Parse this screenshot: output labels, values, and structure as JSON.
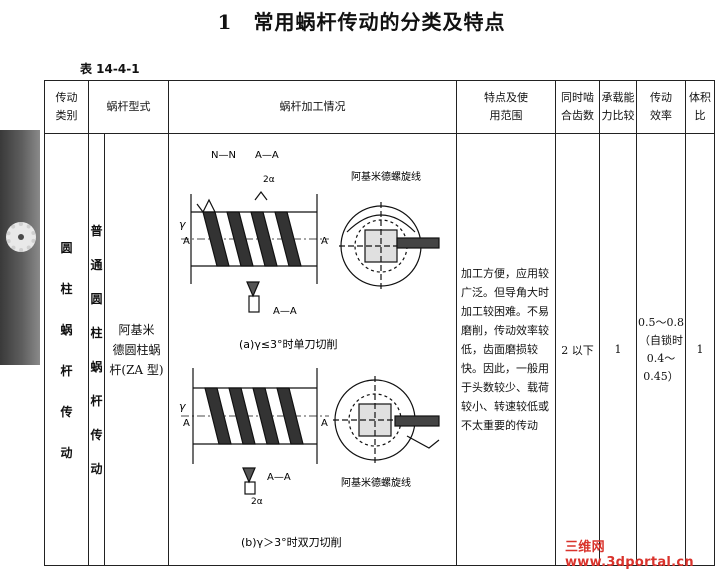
{
  "page": {
    "title": "1　常用蜗杆传动的分类及特点",
    "table_no": "表 14-4-1"
  },
  "table": {
    "headers": {
      "category": "传动\n类别",
      "worm_type": "蜗杆型式",
      "machining": "蜗杆加工情况",
      "features": "特点及使\n用范围",
      "teeth": "同时啮\n合齿数",
      "load": "承载能\n力比较",
      "efficiency": "传动\n效率",
      "volume": "体积\n比"
    },
    "row": {
      "category_chars": [
        "圆",
        "柱",
        "蜗",
        "杆",
        "传",
        "动"
      ],
      "subtype_chars": [
        "普",
        "通",
        "圆",
        "柱",
        "蜗",
        "杆",
        "传",
        "动"
      ],
      "worm_type": "阿基米\n德圆柱蜗\n杆(ZA 型)",
      "features": "加工方便，应用较广泛。但导角大时加工较困难。不易磨削，传动效率较低，齿面磨损较快。因此，一般用于头数较少、载荷较小、转速较低或不太重要的传动",
      "teeth": "2 以下",
      "load": "1",
      "efficiency": "0.5～0.8\n（自锁时\n0.4～\n0.45）",
      "volume": "1"
    },
    "figure": {
      "label_nn": "N—N",
      "label_aa": "A—A",
      "label_helix": "阿基米德螺旋线",
      "label_a": "A",
      "label_gamma": "γ",
      "label_2a": "2α",
      "caption_a": "(a)γ≤3°时单刀切削",
      "caption_b": "(b)γ＞3°时双刀切削"
    }
  },
  "watermark": "三维网www.3dportal.cn"
}
